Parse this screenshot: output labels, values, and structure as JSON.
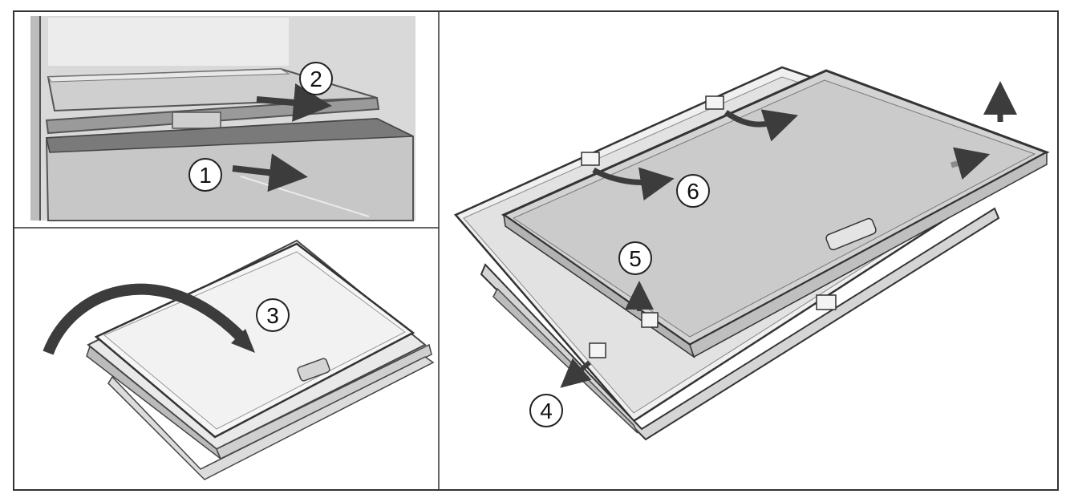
{
  "figure": {
    "panels": [
      {
        "id": "panel-1",
        "steps": [
          {
            "n": "1"
          },
          {
            "n": "2"
          }
        ]
      },
      {
        "id": "panel-2",
        "steps": [
          {
            "n": "3"
          }
        ]
      },
      {
        "id": "panel-3",
        "steps": [
          {
            "n": "4"
          },
          {
            "n": "5"
          },
          {
            "n": "6"
          }
        ]
      }
    ],
    "colors": {
      "border": "#333333",
      "panel_bg": "#ffffff",
      "shelf_fill": "#cfcfcf",
      "shelf_light": "#e6e6e6",
      "dark": "#4a4a4a",
      "arrow": "#3c3c3c"
    }
  }
}
